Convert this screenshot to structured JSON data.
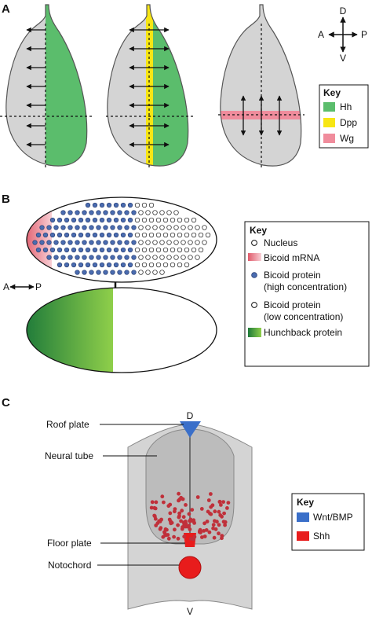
{
  "panel_a": {
    "letter": "A",
    "compass": {
      "north": "D",
      "south": "V",
      "west": "A",
      "east": "P"
    },
    "key": {
      "title": "Key",
      "items": [
        {
          "label": "Hh",
          "color": "#5bbd6c"
        },
        {
          "label": "Dpp",
          "color": "#f7e614"
        },
        {
          "label": "Wg",
          "color": "#f08c9c"
        }
      ]
    }
  },
  "panel_b": {
    "letter": "B",
    "axis": {
      "left": "A",
      "right": "P"
    },
    "key": {
      "title": "Key",
      "items": [
        {
          "label": "Nucleus",
          "swatch": "open-circle"
        },
        {
          "label": "Bicoid mRNA",
          "swatch": "red-gradient"
        },
        {
          "label": "Bicoid protein",
          "label2": "(high concentration)",
          "swatch": "blue-dot"
        },
        {
          "label": "Bicoid protein",
          "label2": "(low concentration)",
          "swatch": "white-dot"
        },
        {
          "label": "Hunchback protein",
          "swatch": "green-gradient"
        }
      ]
    }
  },
  "panel_c": {
    "letter": "C",
    "dorsal": "D",
    "ventral": "V",
    "labels": {
      "roof_plate": "Roof plate",
      "neural_tube": "Neural tube",
      "floor_plate": "Floor plate",
      "notochord": "Notochord"
    },
    "key": {
      "title": "Key",
      "items": [
        {
          "label": "Wnt/BMP",
          "color": "#3a6fc9"
        },
        {
          "label": "Shh",
          "color": "#e81c1c"
        }
      ]
    }
  },
  "colors": {
    "tissue_gray": "#d4d4d4",
    "hh_green": "#5bbd6c",
    "dpp_yellow": "#f7e614",
    "wg_pink": "#f08c9c",
    "bicoid_blue": "#4a6cb0",
    "hunchback_dark": "#1e7a3a",
    "hunchback_light": "#8fcf4a",
    "shh_red": "#e81c1c",
    "wnt_blue": "#3a6fc9"
  }
}
